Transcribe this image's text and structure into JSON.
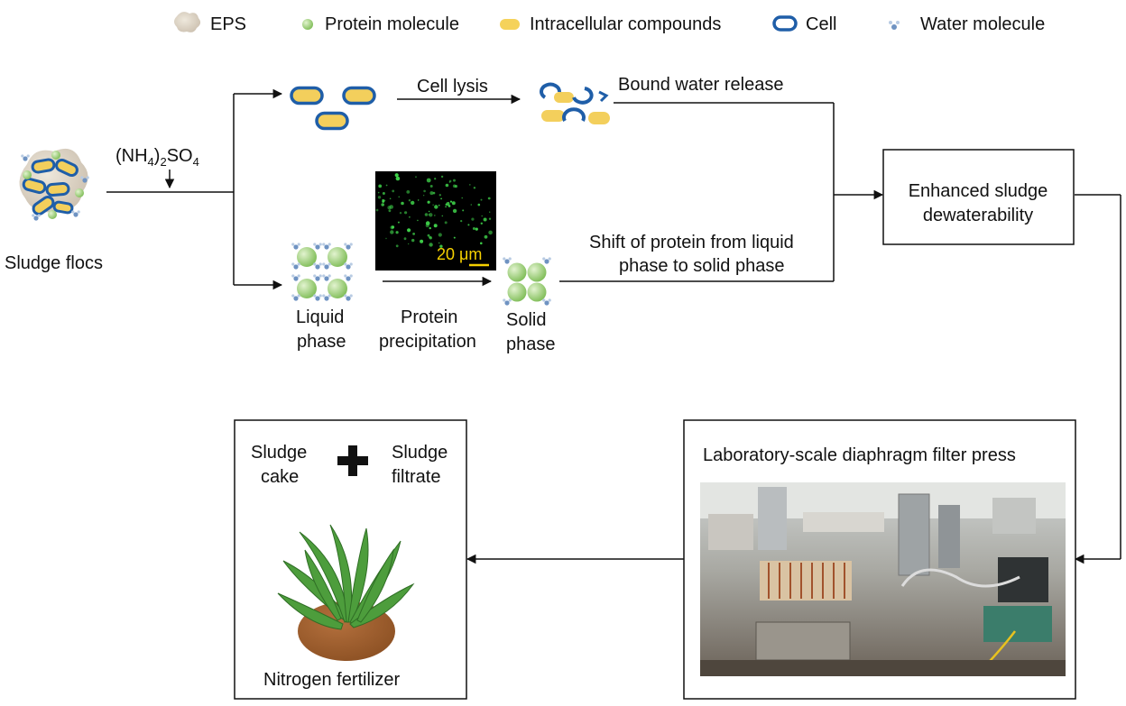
{
  "legend": [
    {
      "label": "EPS",
      "icon": "eps-icon",
      "color": "#d8cfc2"
    },
    {
      "label": "Protein molecule",
      "icon": "protein-molecule-icon",
      "color": "#8cc665"
    },
    {
      "label": "Intracellular compounds",
      "icon": "intracellular-compound-icon",
      "color": "#f5d25a"
    },
    {
      "label": "Cell",
      "icon": "cell-icon",
      "color": "#1f5ea8"
    },
    {
      "label": "Water molecule",
      "icon": "water-molecule-icon",
      "color": "#7f9fc6"
    }
  ],
  "reagent": {
    "base": "(NH",
    "sub1": "4",
    "mid": ")",
    "sub2": "2",
    "tail": "SO",
    "sub3": "4"
  },
  "labels": {
    "sludge_flocs": "Sludge flocs",
    "cell_lysis": "Cell lysis",
    "bound_water_release": "Bound water release",
    "microscopy_scale": "20 μm",
    "shift_line1": "Shift of protein from liquid",
    "shift_line2": "phase to solid phase",
    "liquid_line1": "Liquid",
    "liquid_line2": "phase",
    "precip_line1": "Protein",
    "precip_line2": "precipitation",
    "solid_line1": "Solid",
    "solid_line2": "phase",
    "enhanced_line1": "Enhanced sludge",
    "enhanced_line2": "dewaterability",
    "filter_press_title": "Laboratory-scale diaphragm filter press",
    "cake_line1": "Sludge",
    "cake_line2": "cake",
    "filtrate_line1": "Sludge",
    "filtrate_line2": "filtrate",
    "fertilizer": "Nitrogen fertilizer"
  }
}
